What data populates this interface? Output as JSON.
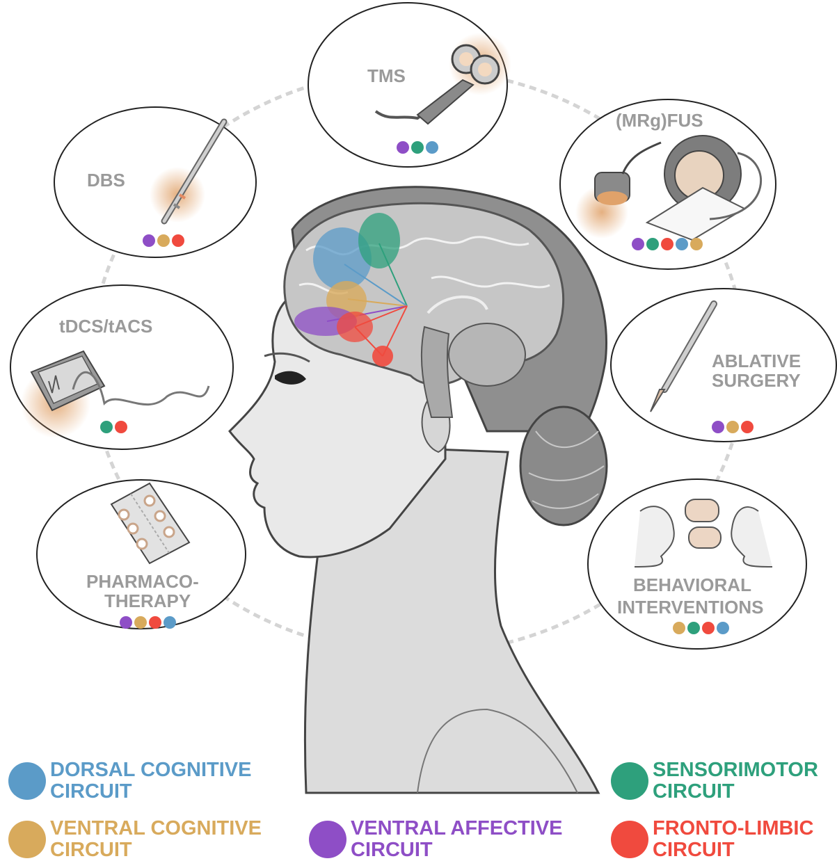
{
  "interventions": {
    "tms": {
      "label": "TMS",
      "dots": [
        "ventral_affective",
        "sensorimotor",
        "dorsal_cognitive"
      ]
    },
    "dbs": {
      "label": "DBS",
      "dots": [
        "ventral_affective",
        "ventral_cognitive",
        "fronto_limbic"
      ]
    },
    "mrgfus": {
      "label": "(MRg)FUS",
      "dots": [
        "ventral_affective",
        "sensorimotor",
        "fronto_limbic",
        "dorsal_cognitive",
        "ventral_cognitive"
      ]
    },
    "tdcs": {
      "label": "tDCS/tACS",
      "dots": [
        "sensorimotor",
        "fronto_limbic"
      ]
    },
    "ablative": {
      "label_line1": "ABLATIVE",
      "label_line2": "SURGERY",
      "dots": [
        "ventral_affective",
        "ventral_cognitive",
        "fronto_limbic"
      ]
    },
    "pharmaco": {
      "label_line1": "PHARMACO-",
      "label_line2": "THERAPY",
      "dots": [
        "ventral_affective",
        "ventral_cognitive",
        "fronto_limbic",
        "dorsal_cognitive"
      ]
    },
    "behavioral": {
      "label_line1": "BEHAVIORAL",
      "label_line2": "INTERVENTIONS",
      "dots": [
        "ventral_cognitive",
        "sensorimotor",
        "fronto_limbic",
        "dorsal_cognitive"
      ]
    }
  },
  "circuits": {
    "dorsal_cognitive": {
      "line1": "DORSAL COGNITIVE",
      "line2": "CIRCUIT",
      "color": "#5b9bc8"
    },
    "sensorimotor": {
      "line1": "SENSORIMOTOR",
      "line2": "CIRCUIT",
      "color": "#2ea07c"
    },
    "ventral_cognitive": {
      "line1": "VENTRAL COGNITIVE",
      "line2": "CIRCUIT",
      "color": "#d8aa5c"
    },
    "ventral_affective": {
      "line1": "VENTRAL AFFECTIVE",
      "line2": "CIRCUIT",
      "color": "#8e4ec6"
    },
    "fronto_limbic": {
      "line1": "FRONTO-LIMBIC",
      "line2": "CIRCUIT",
      "color": "#f04a3e"
    }
  }
}
